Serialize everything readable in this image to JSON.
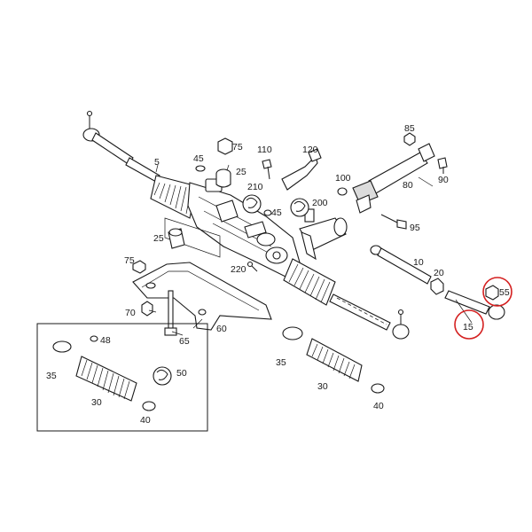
{
  "labels": {
    "l5": "5",
    "l45a": "45",
    "l75a": "75",
    "l25a": "25",
    "l110": "110",
    "l120": "120",
    "l85": "85",
    "l90": "90",
    "l80": "80",
    "l100": "100",
    "l210": "210",
    "l45b": "45",
    "l200": "200",
    "l95": "95",
    "l25b": "25",
    "l75b": "75",
    "l220": "220",
    "l10": "10",
    "l20": "20",
    "l55": "55",
    "l15": "15",
    "l70": "70",
    "l65": "65",
    "l60": "60",
    "l35a": "35",
    "l30a": "30",
    "l40a": "40",
    "l35b": "35",
    "l48": "48",
    "l50": "50",
    "l30b": "30",
    "l40b": "40"
  },
  "highlight_color": "#d42020"
}
